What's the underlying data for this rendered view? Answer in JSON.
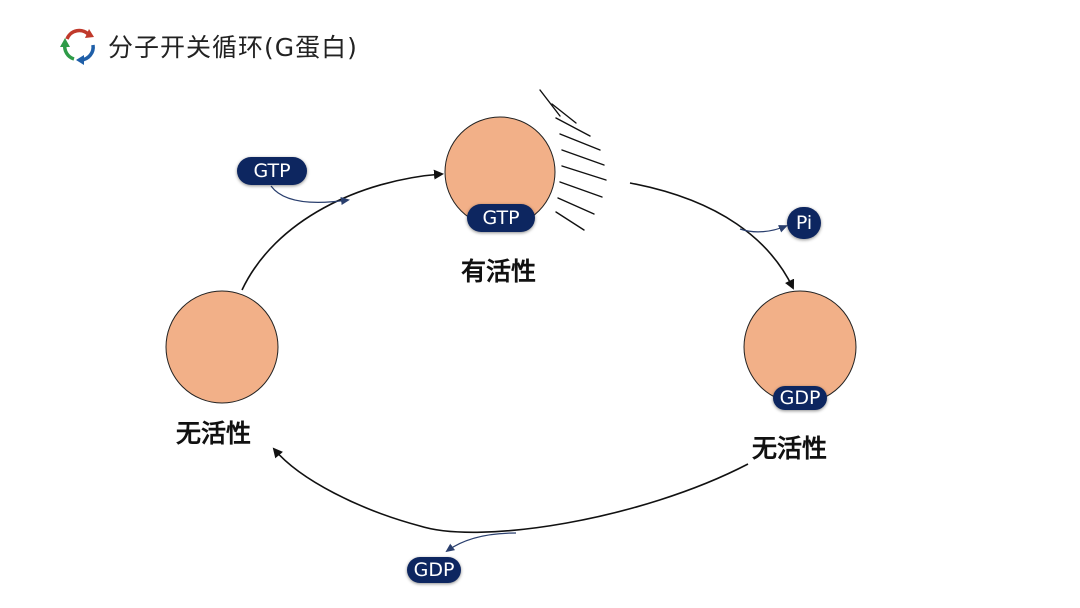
{
  "header": {
    "title": "分子开关循环(G蛋白)",
    "logo_icon": "cycle-arrows-icon"
  },
  "states": {
    "active": {
      "label": "有活性",
      "bound": "GTP"
    },
    "inactive_gdp": {
      "label": "无活性",
      "bound": "GDP"
    },
    "inactive_empty": {
      "label": "无活性"
    }
  },
  "molecules": {
    "gtp_in": "GTP",
    "pi_out": "Pi",
    "gdp_out": "GDP"
  },
  "colors": {
    "protein_fill": "#f2b088",
    "pill_fill": "#0d2660",
    "arrow": "#111111"
  }
}
